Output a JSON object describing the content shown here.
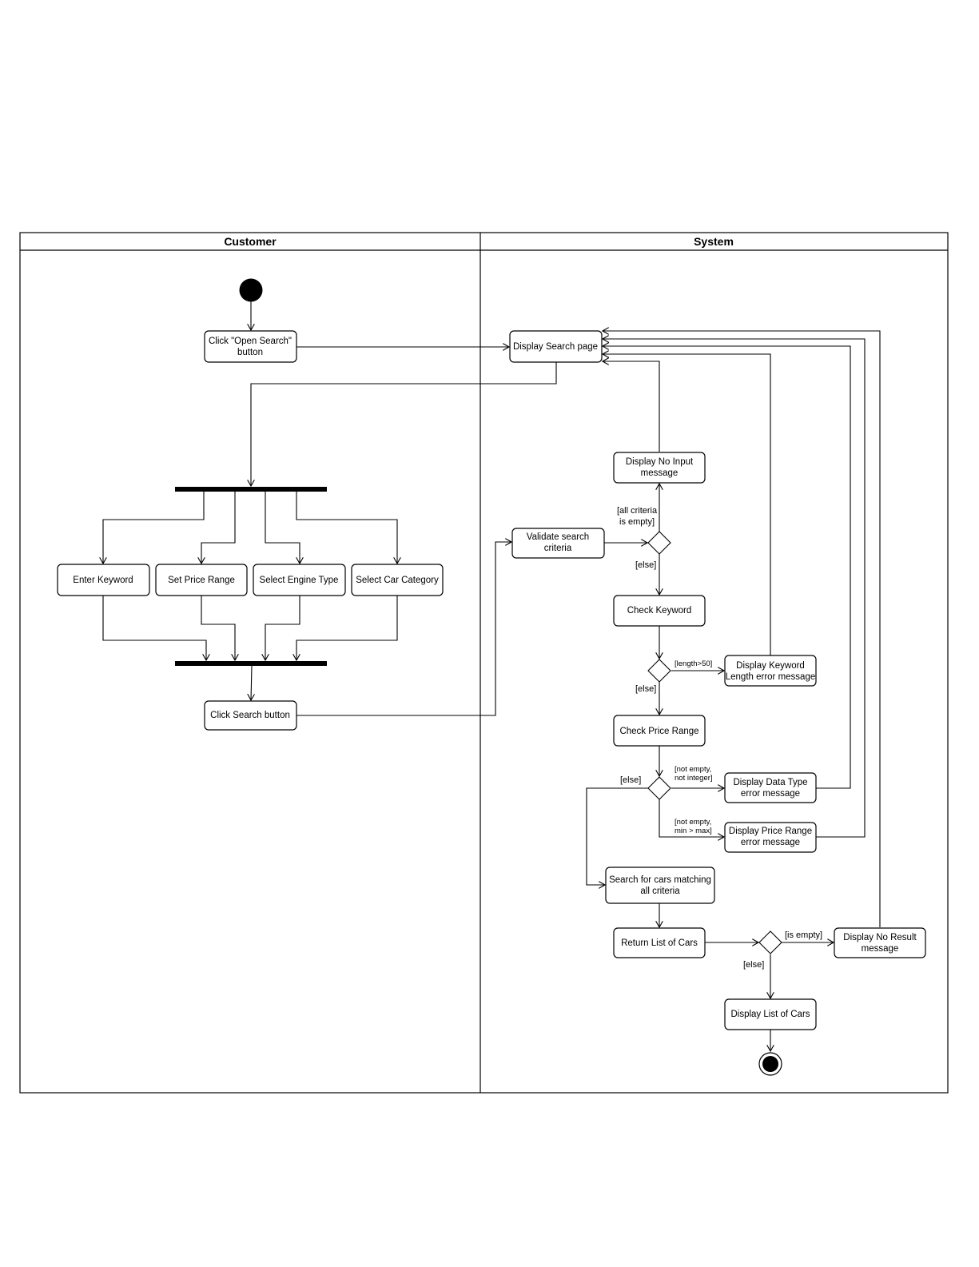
{
  "lanes": {
    "customer": "Customer",
    "system": "System"
  },
  "customer": {
    "open_search": [
      "Click \"Open Search\"",
      "button"
    ],
    "enter_keyword": "Enter Keyword",
    "set_price_range": "Set Price Range",
    "select_engine_type": "Select Engine Type",
    "select_car_category": "Select Car Category",
    "click_search": "Click Search button"
  },
  "system": {
    "display_search_page": "Display Search page",
    "validate_search": [
      "Validate search",
      "criteria"
    ],
    "display_no_input": [
      "Display No Input",
      "message"
    ],
    "check_keyword": "Check Keyword",
    "display_keyword_error": [
      "Display Keyword",
      "Length error message"
    ],
    "check_price_range": "Check Price Range",
    "display_data_type_error": [
      "Display Data Type",
      "error message"
    ],
    "display_price_range_error": [
      "Display Price Range",
      "error message"
    ],
    "search_cars": [
      "Search for cars matching",
      "all criteria"
    ],
    "return_list": "Return List of Cars",
    "display_no_result": [
      "Display No Result",
      "message"
    ],
    "display_list": "Display List of Cars"
  },
  "guards": {
    "all_empty": [
      "[all criteria",
      "is empty]"
    ],
    "else_1": "[else]",
    "length_gt_50": "[length>50]",
    "else_2": "[else]",
    "not_integer": [
      "[not empty,",
      "not integer]"
    ],
    "else_3": "[else]",
    "min_gt_max": [
      "[not empty,",
      "min > max]"
    ],
    "is_empty": "[is empty]",
    "else_4": "[else]"
  }
}
